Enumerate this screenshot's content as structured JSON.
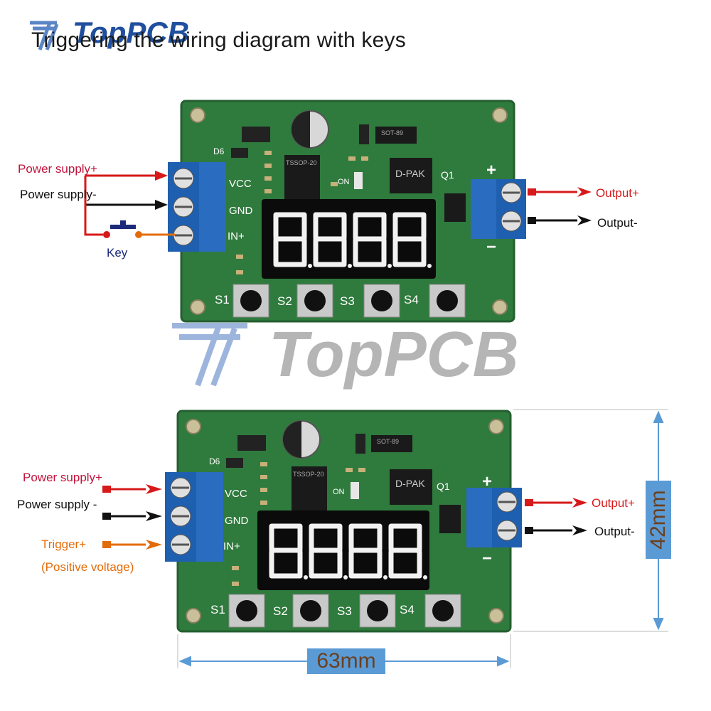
{
  "title": "Triggering the wiring diagram with keys",
  "logo": {
    "text": "TopPCB"
  },
  "top_diagram": {
    "labels": {
      "power_plus": "Power supply+",
      "power_minus": "Power supply-",
      "key": "Key",
      "output_plus": "Output+",
      "output_minus": "Output-"
    },
    "board": {
      "vcc": "VCC",
      "gnd": "GND",
      "in_plus": "IN+",
      "d6": "D6",
      "q1": "Q1",
      "on": "ON",
      "dpak": "D-PAK",
      "tssop": "TSSOP-20",
      "sot": "SOT-89",
      "plus": "+",
      "minus": "−",
      "s1": "S1",
      "s2": "S2",
      "s3": "S3",
      "s4": "S4"
    }
  },
  "bottom_diagram": {
    "labels": {
      "power_plus": "Power supply+",
      "power_minus": "Power supply -",
      "trigger": "Trigger+",
      "trigger_note": "(Positive voltage)",
      "output_plus": "Output+",
      "output_minus": "Output-"
    },
    "board": {
      "vcc": "VCC",
      "gnd": "GND",
      "in_plus": "IN+",
      "d6": "D6",
      "q1": "Q1",
      "on": "ON",
      "dpak": "D-PAK",
      "tssop": "TSSOP-20",
      "sot": "SOT-89",
      "plus": "+",
      "minus": "−",
      "s1": "S1",
      "s2": "S2",
      "s3": "S3",
      "s4": "S4"
    },
    "dimensions": {
      "width": "63mm",
      "height": "42mm"
    }
  },
  "colors": {
    "pcb": "#2f7a3d",
    "pcb_dark": "#245f30",
    "terminal": "#1f5fb0",
    "display": "#0b0b0b",
    "segment": "#f2f2f2",
    "red": "#d71919",
    "orange": "#e36c0a",
    "dimension": "#5b9bd5"
  }
}
